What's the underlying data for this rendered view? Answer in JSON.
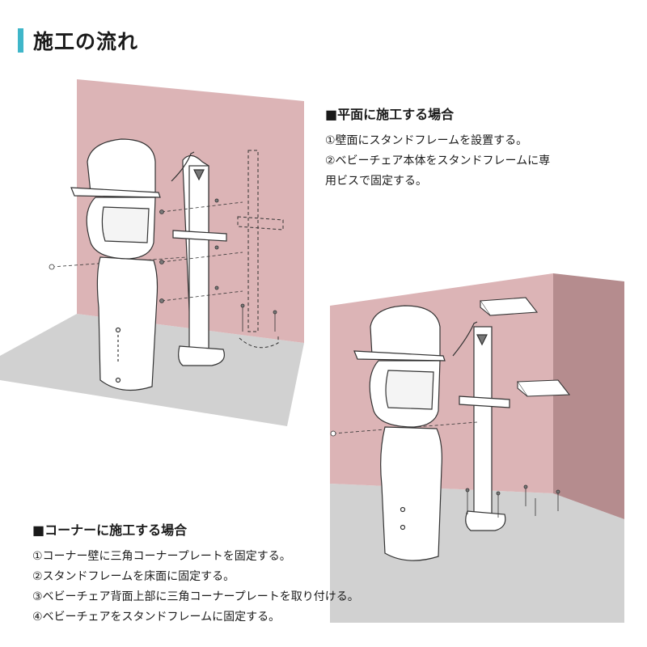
{
  "header": {
    "title": "施工の流れ"
  },
  "flat": {
    "heading": "■平面に施工する場合",
    "steps": [
      "①壁面にスタンドフレームを設置する。",
      "②ベビーチェア本体をスタンドフレームに専",
      "用ビスで固定する。"
    ]
  },
  "corner": {
    "heading": "■コーナーに施工する場合",
    "steps": [
      "①コーナー壁に三角コーナープレートを固定する。",
      "②スタンドフレームを床面に固定する。",
      "③ベビーチェア背面上部に三角コーナープレートを取り付ける。",
      "④ベビーチェアをスタンドフレームに固定する。"
    ]
  },
  "colors": {
    "accent": "#3fb6c9",
    "wall": "#dcb4b6",
    "wall_side": "#b58c8e",
    "floor": "#d1d1d1",
    "line": "#333333"
  }
}
